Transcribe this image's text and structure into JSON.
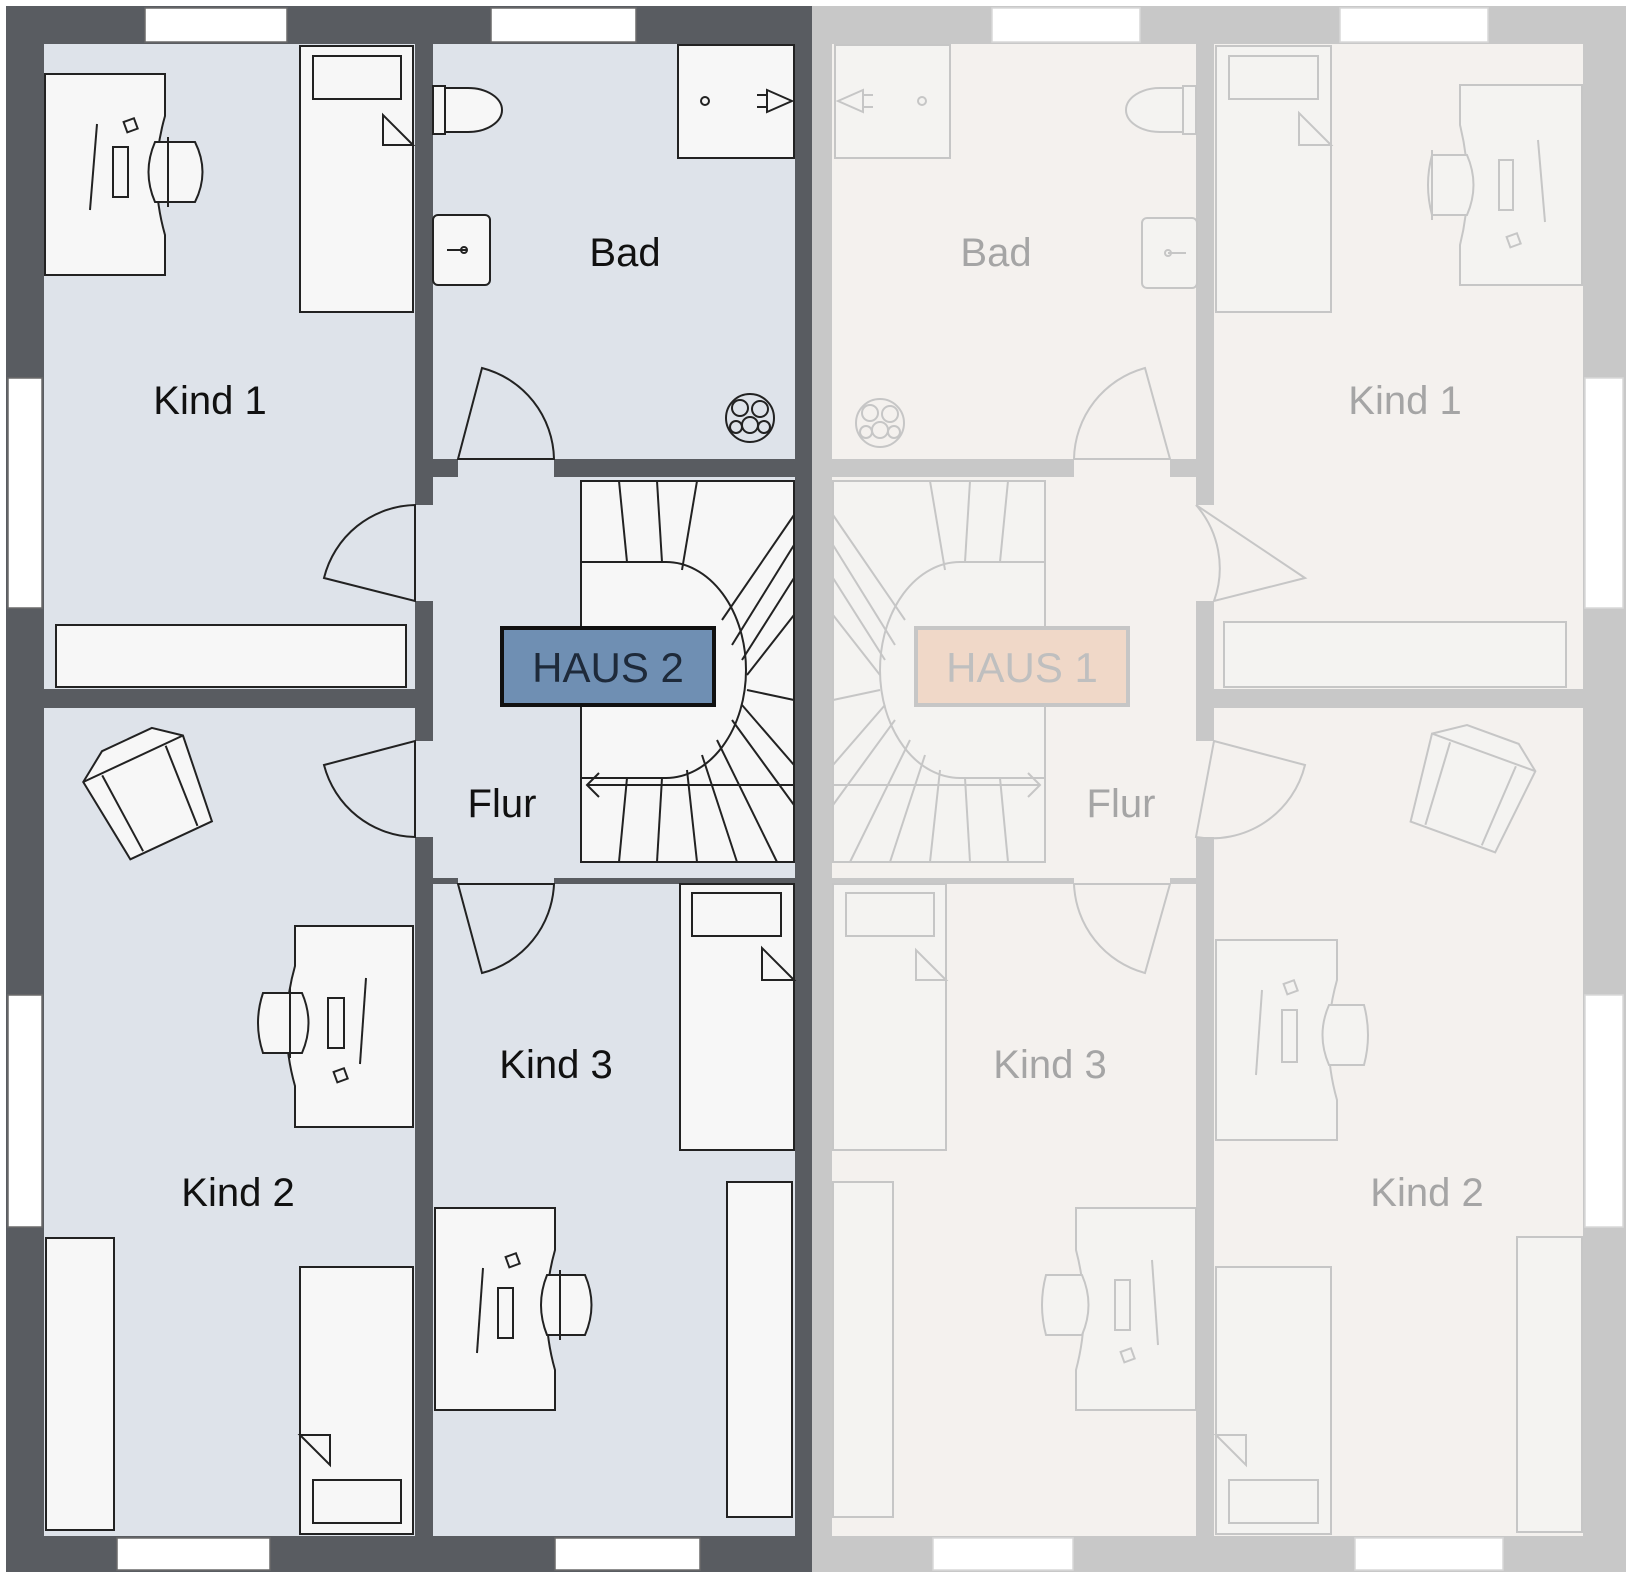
{
  "haus2": {
    "badge": "HAUS 2",
    "badge_fill": "#6f8fb3",
    "floor_color": "#dee3ea",
    "wall_color": "#595c61",
    "rooms": {
      "kind1": "Kind 1",
      "bad": "Bad",
      "flur": "Flur",
      "kind2": "Kind 2",
      "kind3": "Kind 3"
    }
  },
  "haus1": {
    "badge": "HAUS 1",
    "badge_fill": "#f0d8c8",
    "floor_color": "#f4f1ee",
    "wall_color": "#c8c8c8",
    "rooms": {
      "kind1": "Kind 1",
      "bad": "Bad",
      "flur": "Flur",
      "kind2": "Kind 2",
      "kind3": "Kind 3"
    }
  },
  "icons": [
    "desk-icon",
    "office-chair-icon",
    "bed-icon",
    "wardrobe-icon",
    "toilet-icon",
    "sink-icon",
    "shower-icon",
    "plant-icon",
    "armchair-icon",
    "door-swing-icon",
    "staircase-icon",
    "window-icon"
  ]
}
